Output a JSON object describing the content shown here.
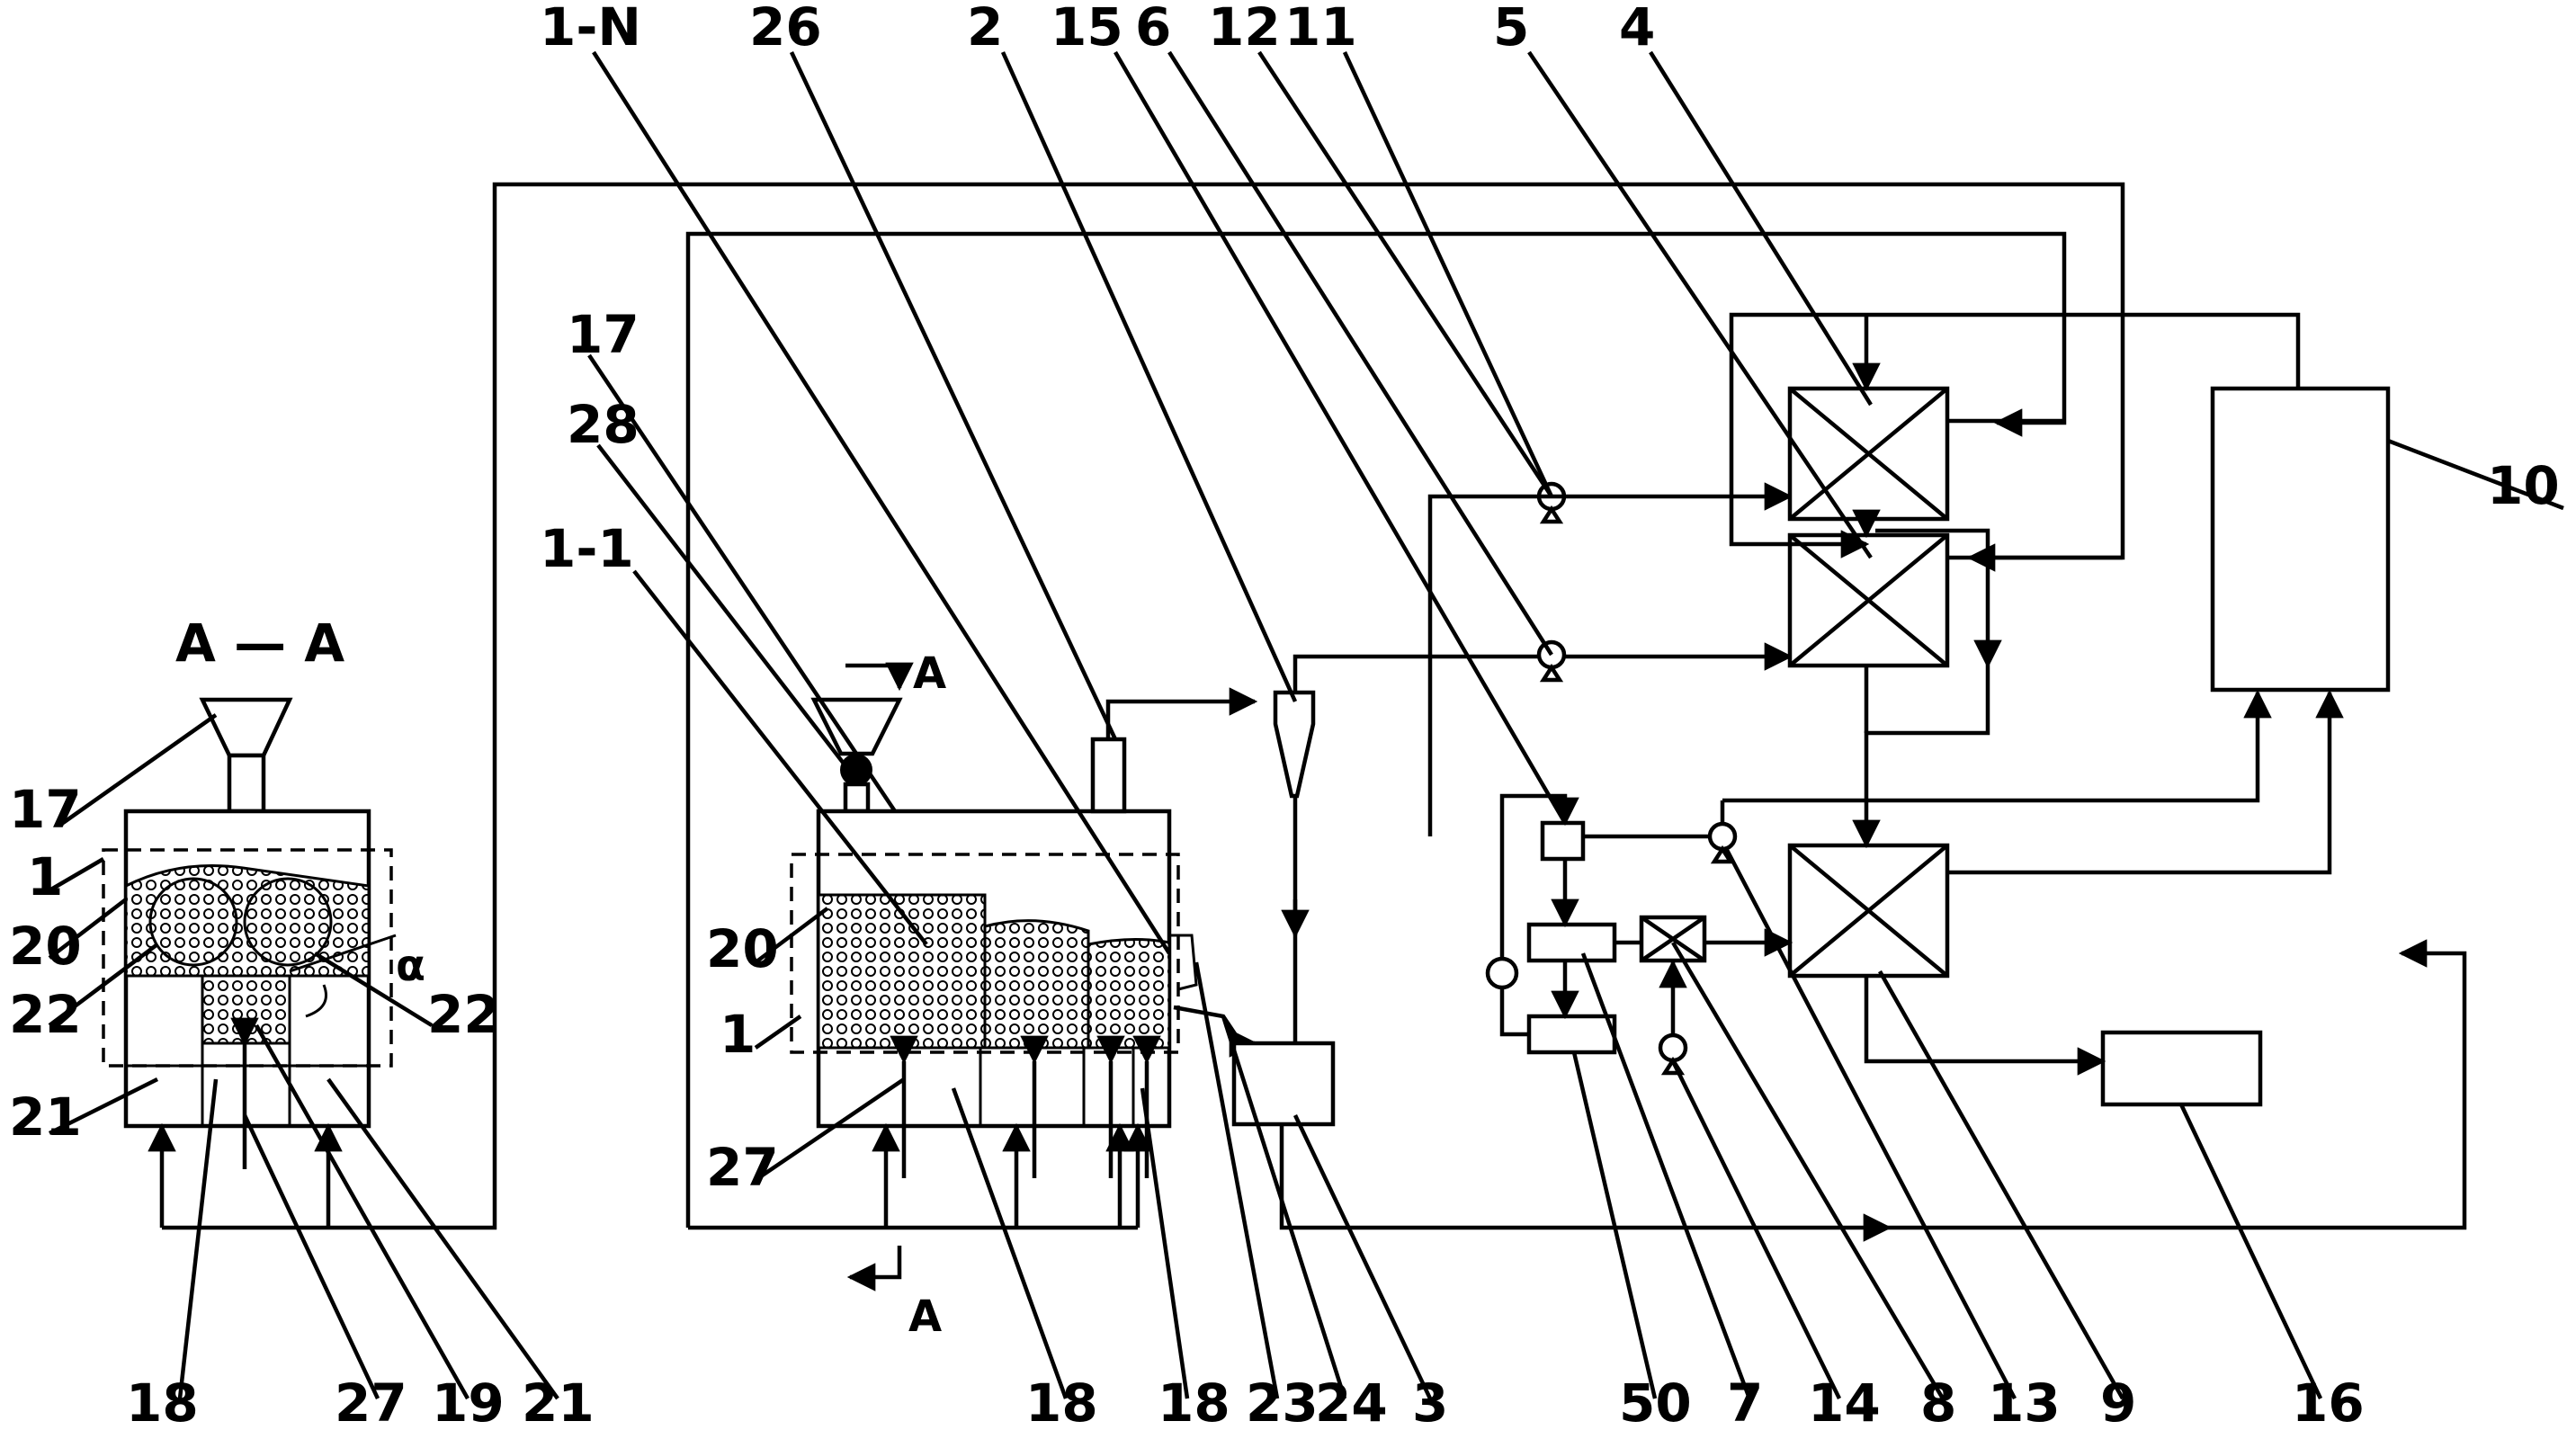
{
  "labels": {
    "top": {
      "l1N": "1-N",
      "l26": "26",
      "l2": "2",
      "l15": "15",
      "l6": "6",
      "l12": "12",
      "l11": "11",
      "l5": "5",
      "l4": "4"
    },
    "right": {
      "l10": "10"
    },
    "left_side": {
      "l17a": "17",
      "l28": "28",
      "l11b": "1-1"
    },
    "section_view": {
      "title": "A — A",
      "l17": "17",
      "l1": "1",
      "l20": "20",
      "l22a": "22",
      "l22b": "22",
      "l21": "21",
      "alpha": "α"
    },
    "main_view": {
      "l20": "20",
      "l1": "1",
      "l27": "27",
      "A_top": "A",
      "A_bottom": "A"
    },
    "bottom": {
      "l18a": "18",
      "l27": "27",
      "l19": "19",
      "l21": "21",
      "l18b": "18",
      "l18c": "18",
      "l23": "23",
      "l24": "24",
      "l3": "3",
      "l50": "50",
      "l7": "7",
      "l14": "14",
      "l8": "8",
      "l13": "13",
      "l9": "9",
      "l16": "16"
    }
  }
}
